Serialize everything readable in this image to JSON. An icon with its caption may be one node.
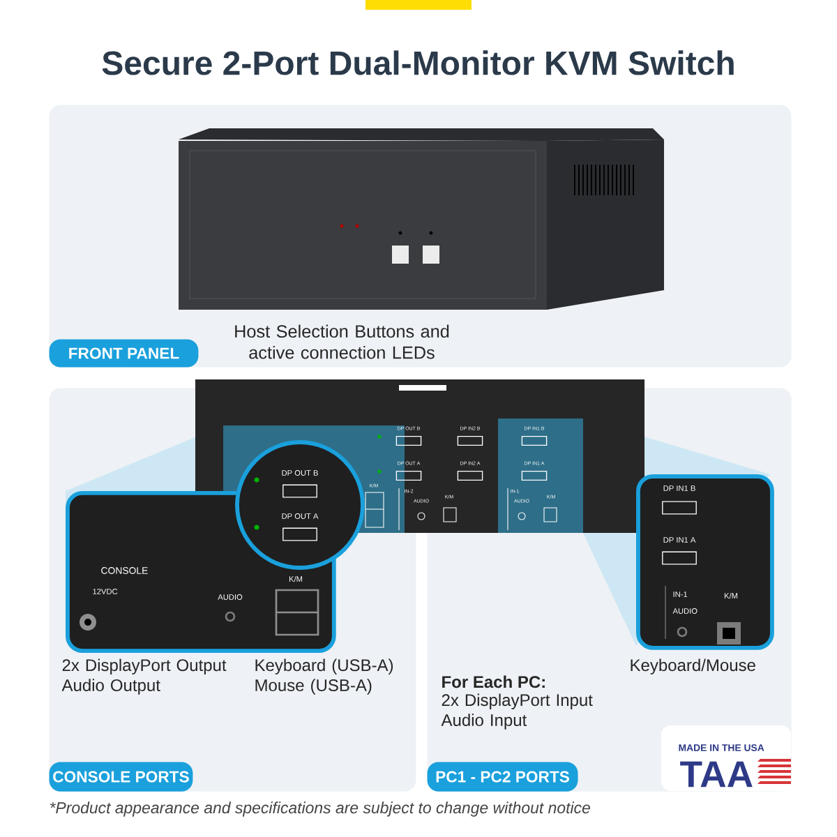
{
  "diagram": {
    "title": "Secure 2-Port Dual-Monitor KVM Switch",
    "caption": "*Product appearance and specifications are subject to change without notice",
    "nodes": [
      {
        "text": [
          "FRONT PANEL",
          "Host Selection Buttons and active connection LEDs"
        ]
      },
      {
        "text": [
          "2x DisplayPort Output Audio Output",
          "Keyboard (USB-A) Mouse (USB-A)",
          "CONSOLE PORTS"
        ]
      },
      {
        "text": [
          "Keyboard/Mouse",
          "For Each PC:",
          "2x DisplayPort Input Audio Input",
          "PC1 - PC2 PORTS"
        ]
      },
      {
        "text": [
          "CONSOLE",
          "12VDC",
          "AUDIO",
          "K/M"
        ],
        "in": 1
      },
      {
        "text": [
          "DP OUT B",
          "DP OUT A"
        ],
        "in": 1
      },
      {
        "text": [
          "DP IN1 B",
          "DP IN1 A",
          "IN-1",
          "AUDIO",
          "K/M"
        ],
        "in": 2
      }
    ],
    "labels": [
      "DP OUT B",
      "DP IN2 B",
      "DP IN1 B",
      "DP OUT A",
      "DP IN2 A",
      "DP IN1 A",
      "K/M",
      "IN-2",
      "AUDIO",
      "K/M",
      "IN-1",
      "AUDIO",
      "K/M",
      "MADE IN THE USA",
      "TAA"
    ]
  }
}
